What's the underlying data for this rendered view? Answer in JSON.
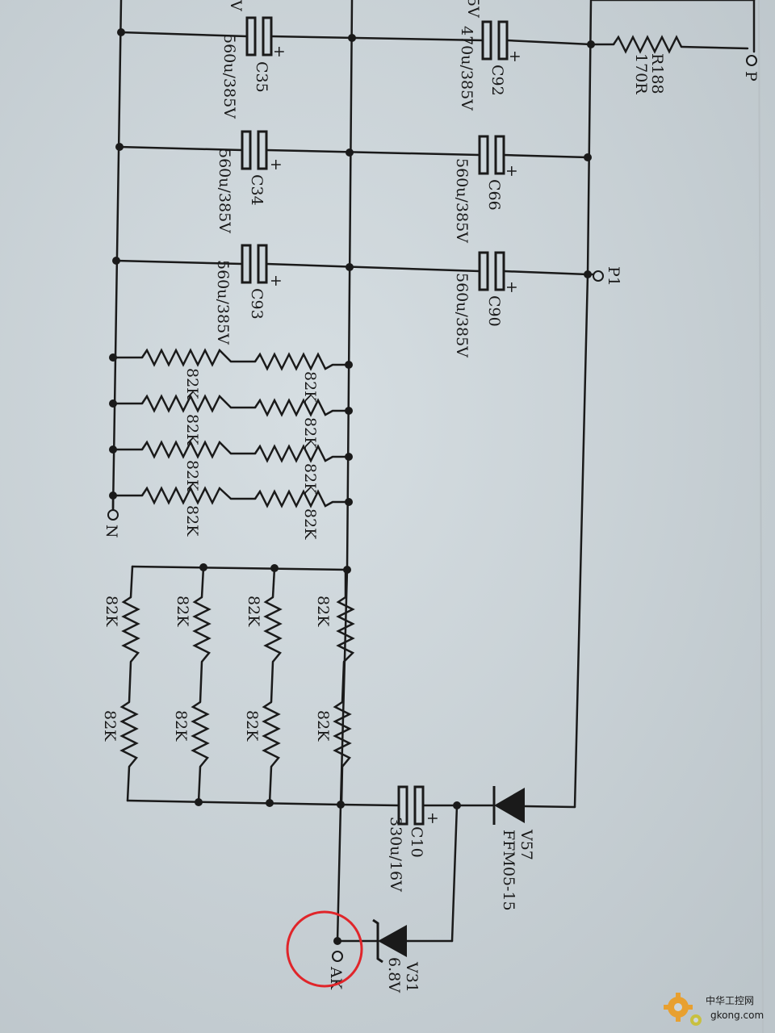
{
  "labels": {
    "c35_name": "C35",
    "c35_val": "560u/385V",
    "c92_name": "C92",
    "c92_val": "470u/385V",
    "c34_name": "C34",
    "c34_val": "560u/385V",
    "c66_name": "C66",
    "c66_val": "560u/385V",
    "c93_name": "C93",
    "c93_val": "560u/385V",
    "c90_name": "C90",
    "c90_val": "560u/385V",
    "r188_name": "R188",
    "r188_val": "170R",
    "p": "P",
    "p1": "P1",
    "n": "N",
    "ak": "AK",
    "frag_left": "V",
    "frag_mid": "5V",
    "plus": "+",
    "c10_name": "C10",
    "c10_val": "330u/16V",
    "v57_name": "V57",
    "v57_part": "FFM05-15",
    "v31_name": "V31",
    "v31_val": "6.8V",
    "resistor": "82K"
  },
  "watermark": {
    "cn": "中华工控网",
    "en": "gkong.com"
  },
  "colors": {
    "paper": "#cdd6db",
    "ink": "#1a1a1a",
    "highlight": "#e0252a",
    "watermark": "#e8a030"
  }
}
